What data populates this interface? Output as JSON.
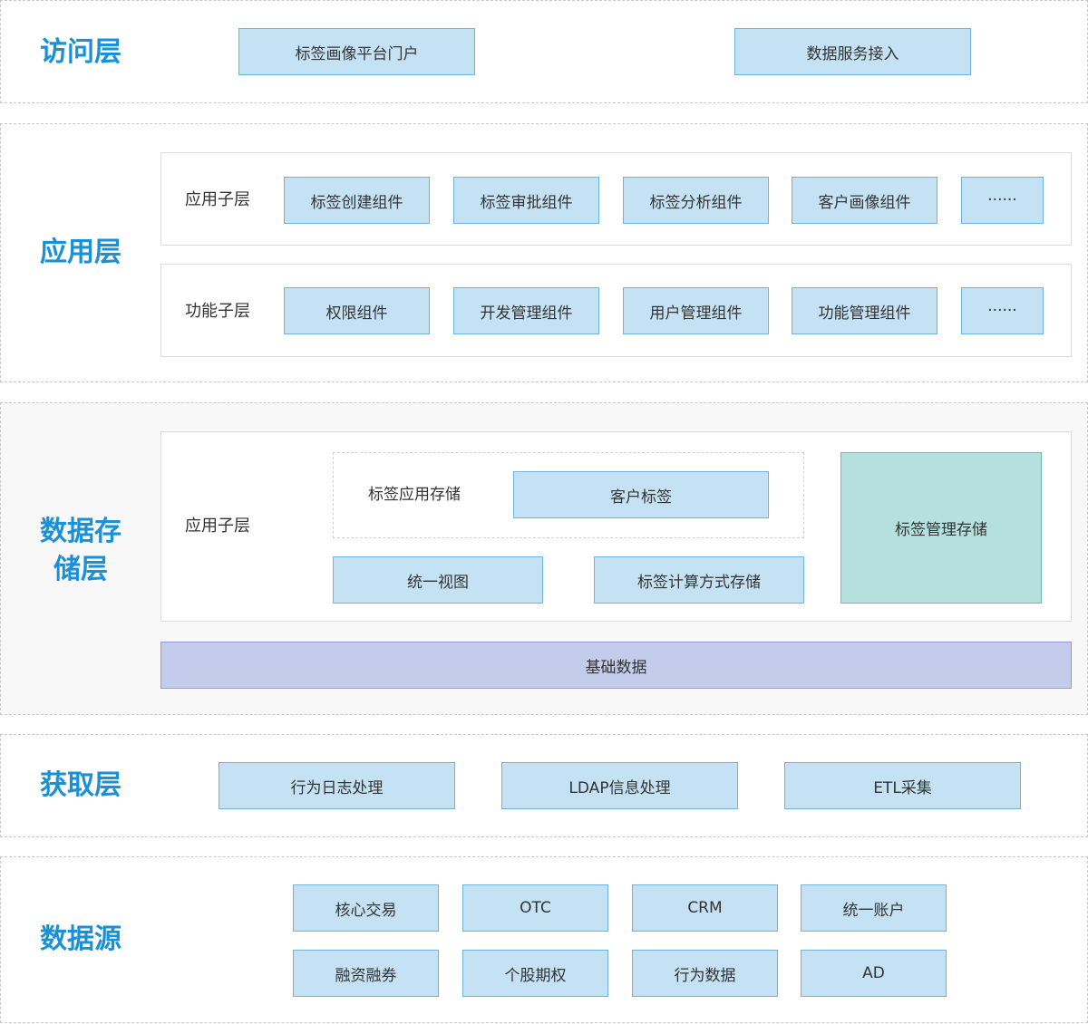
{
  "access_layer": {
    "title": "访问层",
    "items": [
      "标签画像平台门户",
      "数据服务接入"
    ]
  },
  "application_layer": {
    "title": "应用层",
    "app_sublayer": {
      "label": "应用子层",
      "items": [
        "标签创建组件",
        "标签审批组件",
        "标签分析组件",
        "客户画像组件",
        "······"
      ]
    },
    "function_sublayer": {
      "label": "功能子层",
      "items": [
        "权限组件",
        "开发管理组件",
        "用户管理组件",
        "功能管理组件",
        "······"
      ]
    }
  },
  "storage_layer": {
    "title_line1": "数据存",
    "title_line2": "储层",
    "app_sublayer_label": "应用子层",
    "tag_app_storage_label": "标签应用存储",
    "customer_tags": "客户标签",
    "unified_view": "统一视图",
    "tag_calc_storage": "标签计算方式存储",
    "tag_mgmt_storage": "标签管理存储",
    "base_data": "基础数据"
  },
  "acquisition_layer": {
    "title": "获取层",
    "items": [
      "行为日志处理",
      "LDAP信息处理",
      "ETL采集"
    ]
  },
  "data_source": {
    "title": "数据源",
    "row1": [
      "核心交易",
      "OTC",
      "CRM",
      "统一账户"
    ],
    "row2": [
      "融资融券",
      "个股期权",
      "行为数据",
      "AD"
    ]
  },
  "colors": {
    "title_blue": "#1a90d6",
    "box_fill": "#c4e2f4",
    "box_border": "#6cb4dc",
    "mgmt_fill": "#b6e0de",
    "base_fill": "#c4cceb"
  }
}
